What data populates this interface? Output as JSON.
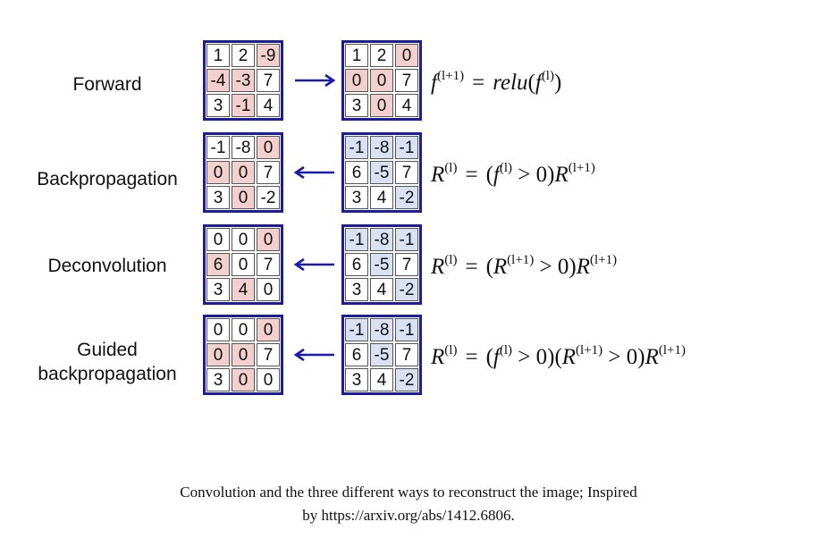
{
  "rows": [
    {
      "label_lines": [
        "Forward"
      ],
      "arrow": "right",
      "left_grid": {
        "cells": [
          "1",
          "2",
          "-9",
          "-4",
          "-3",
          "7",
          "3",
          "-1",
          "4"
        ],
        "hl": [
          "",
          "",
          "pink",
          "pink",
          "pink",
          "",
          "",
          "pink",
          ""
        ]
      },
      "right_grid": {
        "cells": [
          "1",
          "2",
          "0",
          "0",
          "0",
          "7",
          "3",
          "0",
          "4"
        ],
        "hl": [
          "",
          "",
          "pink",
          "pink",
          "pink",
          "",
          "",
          "pink",
          ""
        ]
      },
      "formula": {
        "lhs_var": "f",
        "lhs_sup": "(l+1)",
        "eq": "=",
        "fn": "relu",
        "arg_open": "(",
        "arg_var": "f",
        "arg_sup": "(l)",
        "arg_close": ")"
      }
    },
    {
      "label_lines": [
        "Backpropagation"
      ],
      "arrow": "left",
      "left_grid": {
        "cells": [
          "-1",
          "-8",
          "0",
          "0",
          "0",
          "7",
          "3",
          "0",
          "-2"
        ],
        "hl": [
          "",
          "",
          "pink",
          "pink",
          "pink",
          "",
          "",
          "pink",
          ""
        ]
      },
      "right_grid": {
        "cells": [
          "-1",
          "-8",
          "-1",
          "6",
          "-5",
          "7",
          "3",
          "4",
          "-2"
        ],
        "hl": [
          "blue",
          "blue",
          "blue",
          "",
          "blue",
          "",
          "",
          "",
          "blue"
        ]
      },
      "formula": {
        "lhs_var": "R",
        "lhs_sup": "(l)",
        "eq": "=",
        "p1": "(",
        "v1": "f",
        "s1": "(l)",
        "c1": " > 0)",
        "v2": "R",
        "s2": "(l+1)"
      }
    },
    {
      "label_lines": [
        "Deconvolution"
      ],
      "arrow": "left",
      "left_grid": {
        "cells": [
          "0",
          "0",
          "0",
          "6",
          "0",
          "7",
          "3",
          "4",
          "0"
        ],
        "hl": [
          "",
          "",
          "pink",
          "pink",
          "",
          "",
          "",
          "pink",
          ""
        ]
      },
      "right_grid": {
        "cells": [
          "-1",
          "-8",
          "-1",
          "6",
          "-5",
          "7",
          "3",
          "4",
          "-2"
        ],
        "hl": [
          "blue",
          "blue",
          "blue",
          "",
          "blue",
          "",
          "",
          "",
          "blue"
        ]
      },
      "formula": {
        "lhs_var": "R",
        "lhs_sup": "(l)",
        "eq": "=",
        "p1": "(",
        "v1": "R",
        "s1": "(l+1)",
        "c1": " > 0)",
        "v2": "R",
        "s2": "(l+1)"
      }
    },
    {
      "label_lines": [
        "Guided",
        "backpropagation"
      ],
      "arrow": "left",
      "left_grid": {
        "cells": [
          "0",
          "0",
          "0",
          "0",
          "0",
          "7",
          "3",
          "0",
          "0"
        ],
        "hl": [
          "",
          "",
          "pink",
          "pink",
          "pink",
          "",
          "",
          "pink",
          ""
        ]
      },
      "right_grid": {
        "cells": [
          "-1",
          "-8",
          "-1",
          "6",
          "-5",
          "7",
          "3",
          "4",
          "-2"
        ],
        "hl": [
          "blue",
          "blue",
          "blue",
          "",
          "blue",
          "",
          "",
          "",
          "blue"
        ]
      },
      "formula": {
        "lhs_var": "R",
        "lhs_sup": "(l)",
        "eq": "=",
        "p1": "(",
        "v1": "f",
        "s1": "(l)",
        "c1": " > 0)(",
        "v2": "R",
        "s2": "(l+1)",
        "c2": " > 0)",
        "v3": "R",
        "s3": "(l+1)"
      }
    }
  ],
  "caption": {
    "line1": "Convolution and the three different ways to reconstruct the image; Inspired",
    "line2": "by https://arxiv.org/abs/1412.6806."
  },
  "colors": {
    "grid_border": "#1c1c9e",
    "arrow": "#1a1ab0",
    "pink": "#f3d0cd",
    "blue": "#d9e2f3"
  }
}
